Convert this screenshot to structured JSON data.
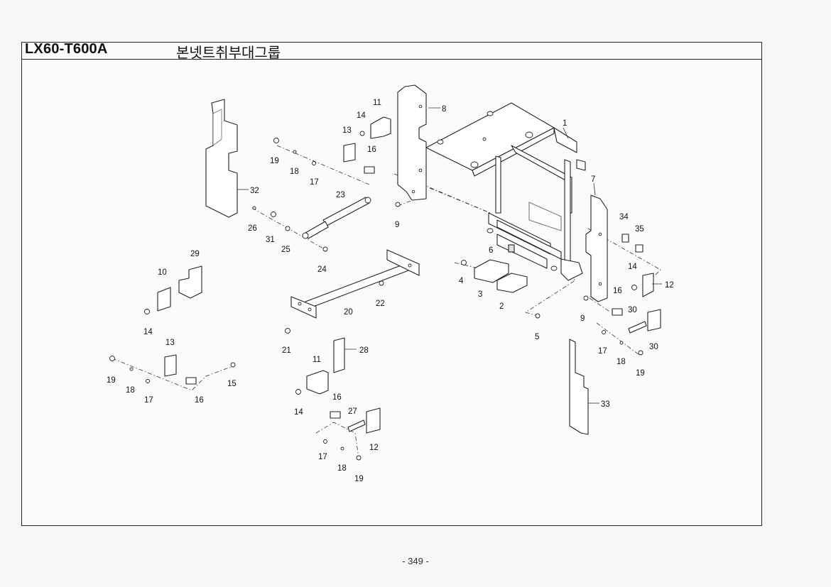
{
  "header": {
    "model": "LX60-T600A",
    "group_name": "본넷트취부대그룹"
  },
  "footer": {
    "page_number": "- 349 -"
  },
  "callouts": [
    "1",
    "2",
    "3",
    "4",
    "5",
    "6",
    "7",
    "8",
    "9",
    "9",
    "10",
    "11",
    "11",
    "12",
    "12",
    "13",
    "13",
    "14",
    "14",
    "14",
    "14",
    "15",
    "16",
    "16",
    "16",
    "16",
    "17",
    "17",
    "17",
    "17",
    "18",
    "18",
    "18",
    "18",
    "19",
    "19",
    "19",
    "19",
    "20",
    "21",
    "22",
    "23",
    "24",
    "25",
    "26",
    "27",
    "28",
    "29",
    "30",
    "30",
    "31",
    "32",
    "33",
    "34",
    "35"
  ]
}
